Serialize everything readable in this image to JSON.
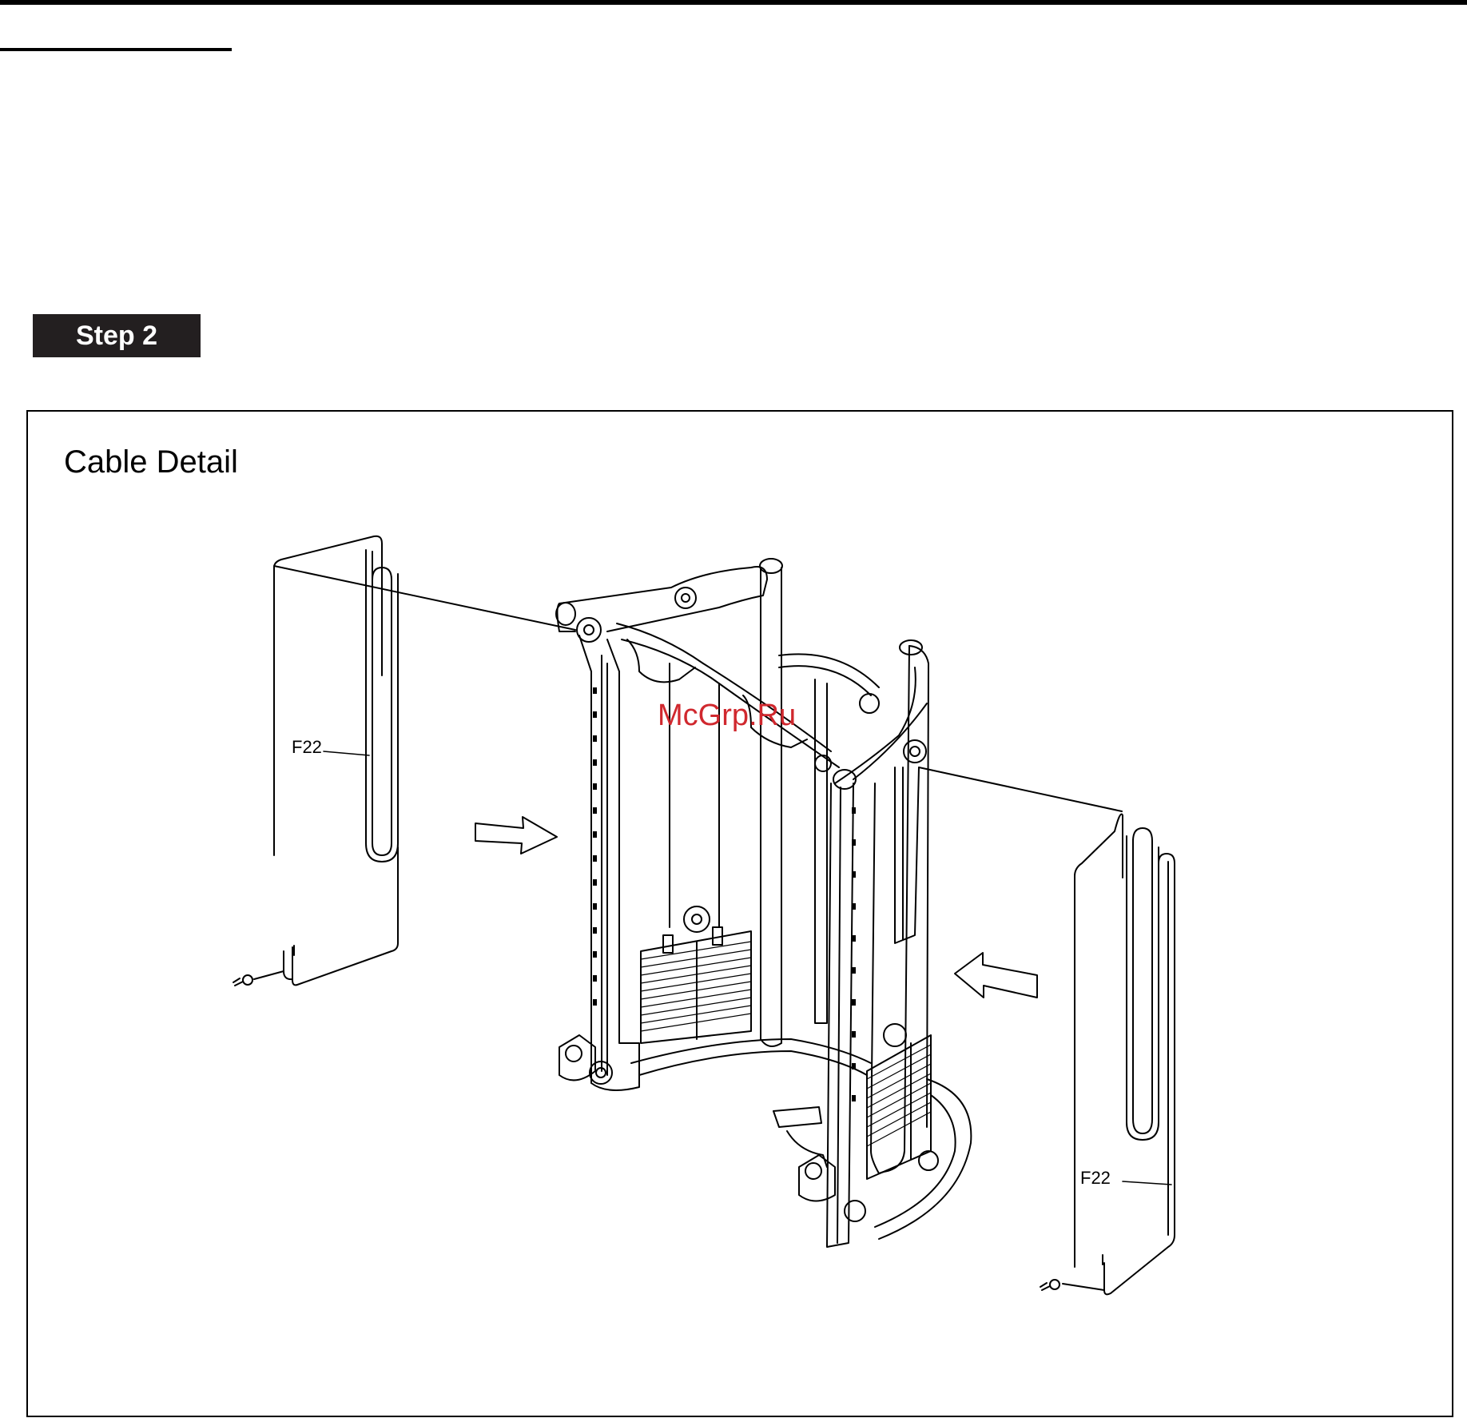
{
  "header": {
    "step_label": "Step 2"
  },
  "figure": {
    "title": "Cable Detail",
    "part_labels": {
      "left_cable": "F22",
      "right_cable": "F22"
    },
    "watermark": "McGrp.Ru",
    "watermark_color": "#d0282e",
    "icons": [
      "arrow-right-icon",
      "arrow-left-icon",
      "cable-ball-end-icon"
    ]
  }
}
